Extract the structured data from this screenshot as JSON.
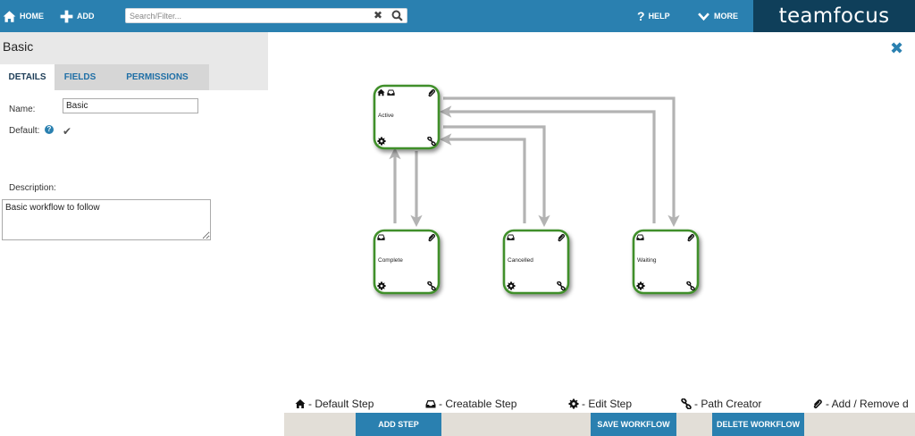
{
  "topbar": {
    "home_label": "HOME",
    "add_label": "ADD",
    "search_placeholder": "Search/Filter...",
    "help_label": "HELP",
    "more_label": "MORE",
    "brand": "teamfocus",
    "color": "#2a80b0",
    "brand_bg": "#0f3f5a"
  },
  "panel": {
    "title": "Basic",
    "tabs": [
      {
        "label": "DETAILS",
        "active": true
      },
      {
        "label": "FIELDS",
        "active": false
      },
      {
        "label": "PERMISSIONS",
        "active": false
      }
    ],
    "name_label": "Name:",
    "name_value": "Basic",
    "default_label": "Default:",
    "default_checked": true,
    "description_label": "Description:",
    "description_value": "Basic workflow to follow"
  },
  "workflow": {
    "steps": [
      {
        "label": "Active",
        "icons": [
          "home-icon",
          "inbox-icon",
          "paperclip-icon",
          "gear-icon",
          "link-icon"
        ]
      },
      {
        "label": "Complete",
        "icons": [
          "inbox-icon",
          "paperclip-icon",
          "gear-icon",
          "link-icon"
        ]
      },
      {
        "label": "Cancelled",
        "icons": [
          "inbox-icon",
          "paperclip-icon",
          "gear-icon",
          "link-icon"
        ]
      },
      {
        "label": "Waiting",
        "icons": [
          "inbox-icon",
          "paperclip-icon",
          "gear-icon",
          "link-icon"
        ]
      }
    ],
    "step_border_color": "#3f8f2a",
    "connector_color": "#b3b3b3"
  },
  "legend": [
    {
      "icon": "home-icon",
      "label": "- Default Step"
    },
    {
      "icon": "inbox-icon",
      "label": "- Creatable Step"
    },
    {
      "icon": "gear-icon",
      "label": "- Edit Step"
    },
    {
      "icon": "link-icon",
      "label": "- Path Creator"
    },
    {
      "icon": "paperclip-icon",
      "label": "- Add / Remove d"
    }
  ],
  "actions": {
    "add_step": "ADD STEP",
    "save_workflow": "SAVE WORKFLOW",
    "delete_workflow": "DELETE WORKFLOW"
  }
}
